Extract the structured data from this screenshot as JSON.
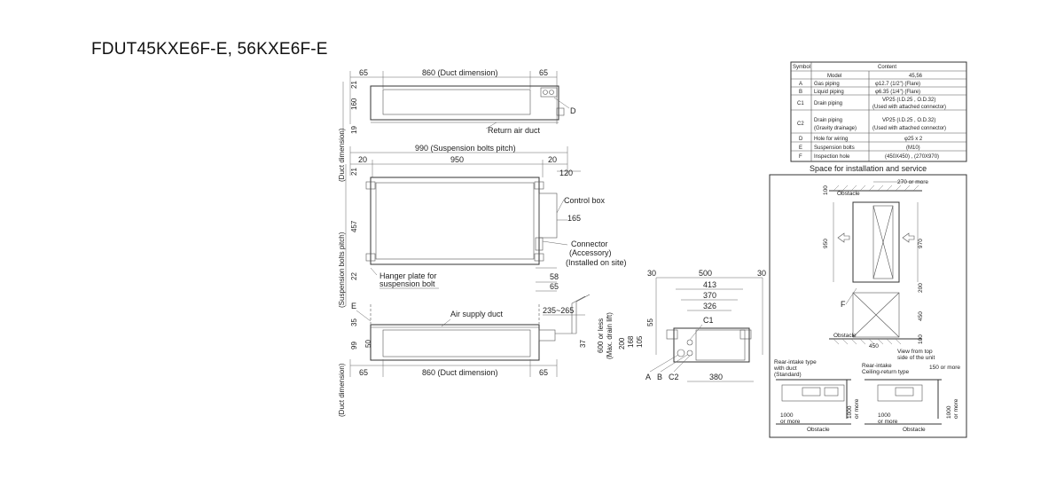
{
  "title": "FDUT45KXE6F-E, 56KXE6F-E",
  "top_view": {
    "dim_65_left": "65",
    "dim_duct": "860 (Duct dimension)",
    "dim_65_right": "65",
    "dim_21": "21",
    "dim_160": "160",
    "dim_19": "19",
    "label_return": "Return air duct",
    "label_d": "D"
  },
  "plan_view": {
    "dim_bolts_pitch": "990 (Suspension bolts pitch)",
    "dim_20_left": "20",
    "dim_950": "950",
    "dim_20_right": "20",
    "dim_120": "120",
    "dim_21": "21",
    "dim_457": "457",
    "dim_22": "22",
    "dim_165": "165",
    "dim_58": "58",
    "dim_65": "65",
    "label_control_box": "Control box",
    "label_connector": "Connector",
    "label_accessory": "(Accessory)",
    "label_installed": "(Installed on site)",
    "label_hanger_1": "Hanger plate for",
    "label_hanger_2": "suspension bolt",
    "vert_duct_dim": "(Duct dimension)",
    "vert_bolts_pitch": "(Suspension bolts pitch)"
  },
  "front_view": {
    "label_e": "E",
    "label_supply": "Air supply duct",
    "dim_35": "35",
    "dim_50": "50",
    "dim_99": "99",
    "dim_range": "235~265",
    "dim_600": "600 or less",
    "dim_drain_lift": "(Max. drain lift)",
    "dim_37": "37",
    "dim_65_left": "65",
    "dim_duct": "860 (Duct dimension)",
    "dim_65_right": "65",
    "vert_duct_dim": "(Duct dimension)"
  },
  "side_view": {
    "dim_30_left": "30",
    "dim_500": "500",
    "dim_30_right": "30",
    "dim_413": "413",
    "dim_370": "370",
    "dim_326": "326",
    "dim_55": "55",
    "dim_105": "105",
    "dim_168": "168",
    "dim_200": "200",
    "dim_380": "380",
    "label_a": "A",
    "label_b": "B",
    "label_c1": "C1",
    "label_c2": "C2"
  },
  "symbol_table": {
    "header_symbol": "Symbol",
    "header_content": "Content",
    "rows": [
      {
        "sym": "",
        "item": "Model",
        "content": "45,56"
      },
      {
        "sym": "A",
        "item": "Gas piping",
        "content": "φ12.7 (1/2\") (Flare)"
      },
      {
        "sym": "B",
        "item": "Liquid piping",
        "content": "φ6.35 (1/4\") (Flare)"
      },
      {
        "sym": "C1",
        "item": "Drain piping",
        "content": "VP25 (I.D.25 , O.D.32)",
        "content2": "(Used with attached connector)"
      },
      {
        "sym": "C2",
        "item": "Drain piping",
        "item2": "(Gravity drainage)",
        "content": "VP25 (I.D.25 , O.D.32)",
        "content2": "(Used with attached connector)"
      },
      {
        "sym": "D",
        "item": "Hole for wiring",
        "content": "φ25 x 2"
      },
      {
        "sym": "E",
        "item": "Suspension bolts",
        "content": "(M10)"
      },
      {
        "sym": "F",
        "item": "Inspection hole",
        "content": "(450X450) , (270X970)"
      }
    ]
  },
  "service_space": {
    "title": "Space for installation and service",
    "label_270": "270 or more",
    "label_obstacle_top": "Obstacle",
    "dim_100_top": "100",
    "dim_950": "950",
    "dim_970": "970",
    "dim_200": "200",
    "dim_450_v": "450",
    "dim_450_h": "450",
    "label_f": "F",
    "label_obstacle_bottom": "Obstacle",
    "dim_100_bottom": "100",
    "view_note_1": "View from top",
    "view_note_2": "side of the unit",
    "rear_duct_1": "Rear-intake type",
    "rear_duct_2": "with duct",
    "rear_duct_3": "(Standard)",
    "rear_ceiling_1": "Rear-intake",
    "rear_ceiling_2": "Ceiling-return type",
    "label_150": "150 or more",
    "dim_1000": "1000",
    "or_more": "or more",
    "label_obstacle": "Obstacle"
  },
  "colors": {
    "line": "#333333",
    "text": "#222222",
    "background": "#ffffff"
  }
}
